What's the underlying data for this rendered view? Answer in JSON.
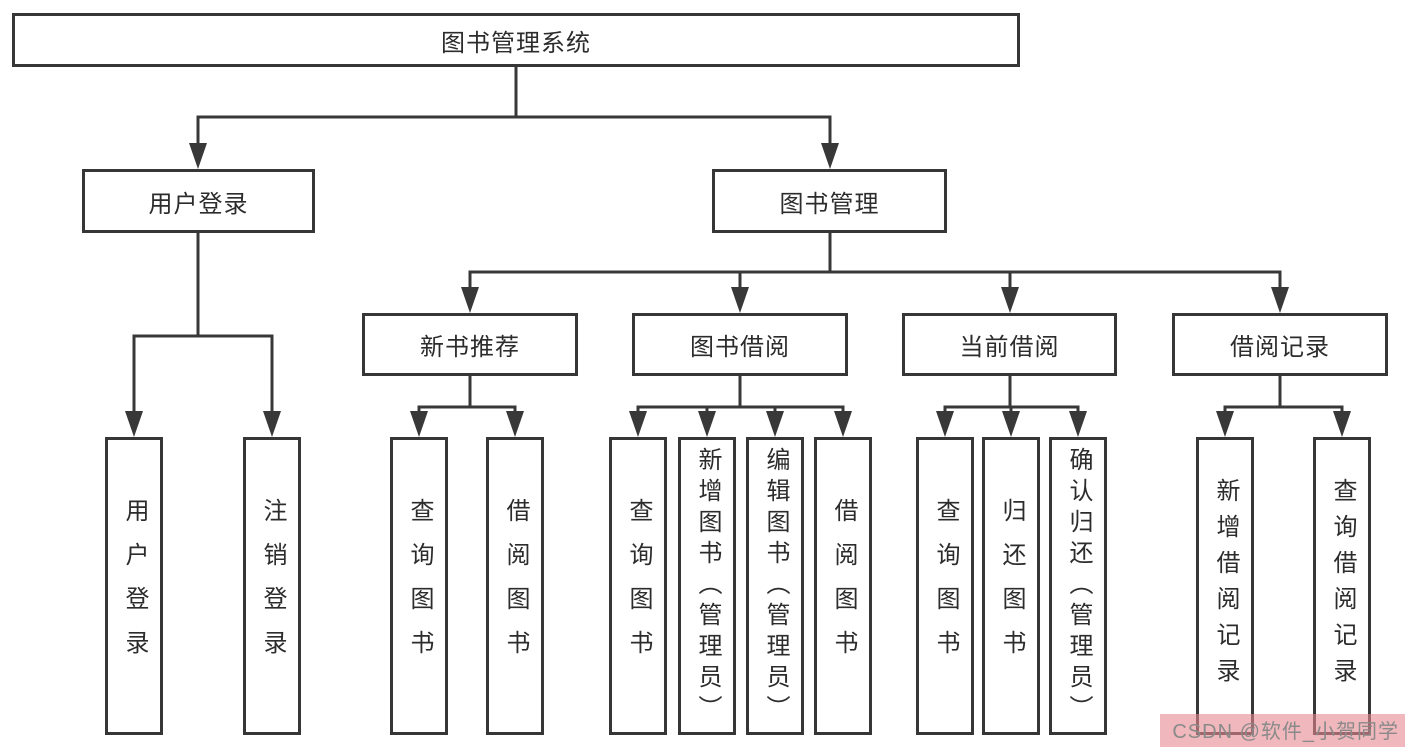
{
  "diagram": {
    "title": "图书管理系统",
    "root": {
      "label": "图书管理系统"
    },
    "branches": [
      {
        "label": "用户登录",
        "children": [
          {
            "label": "用户登录"
          },
          {
            "label": "注销登录"
          }
        ]
      },
      {
        "label": "图书管理",
        "children": [
          {
            "label": "新书推荐",
            "children": [
              {
                "label": "查询图书"
              },
              {
                "label": "借阅图书"
              }
            ]
          },
          {
            "label": "图书借阅",
            "children": [
              {
                "label": "查询图书"
              },
              {
                "label": "新增图书（管理员）"
              },
              {
                "label": "编辑图书（管理员）"
              },
              {
                "label": "借阅图书"
              }
            ]
          },
          {
            "label": "当前借阅",
            "children": [
              {
                "label": "查询图书"
              },
              {
                "label": "归还图书"
              },
              {
                "label": "确认归还（管理员）"
              }
            ]
          },
          {
            "label": "借阅记录",
            "children": [
              {
                "label": "新增借阅记录"
              },
              {
                "label": "查询借阅记录"
              }
            ]
          }
        ]
      }
    ]
  },
  "colors": {
    "line": "#383838",
    "text": "#2c2c2c",
    "watermark_bg": "#f0b8bc",
    "watermark_text": "#8a8a8a"
  },
  "watermark": {
    "text": "CSDN @软件_小贺同学"
  }
}
